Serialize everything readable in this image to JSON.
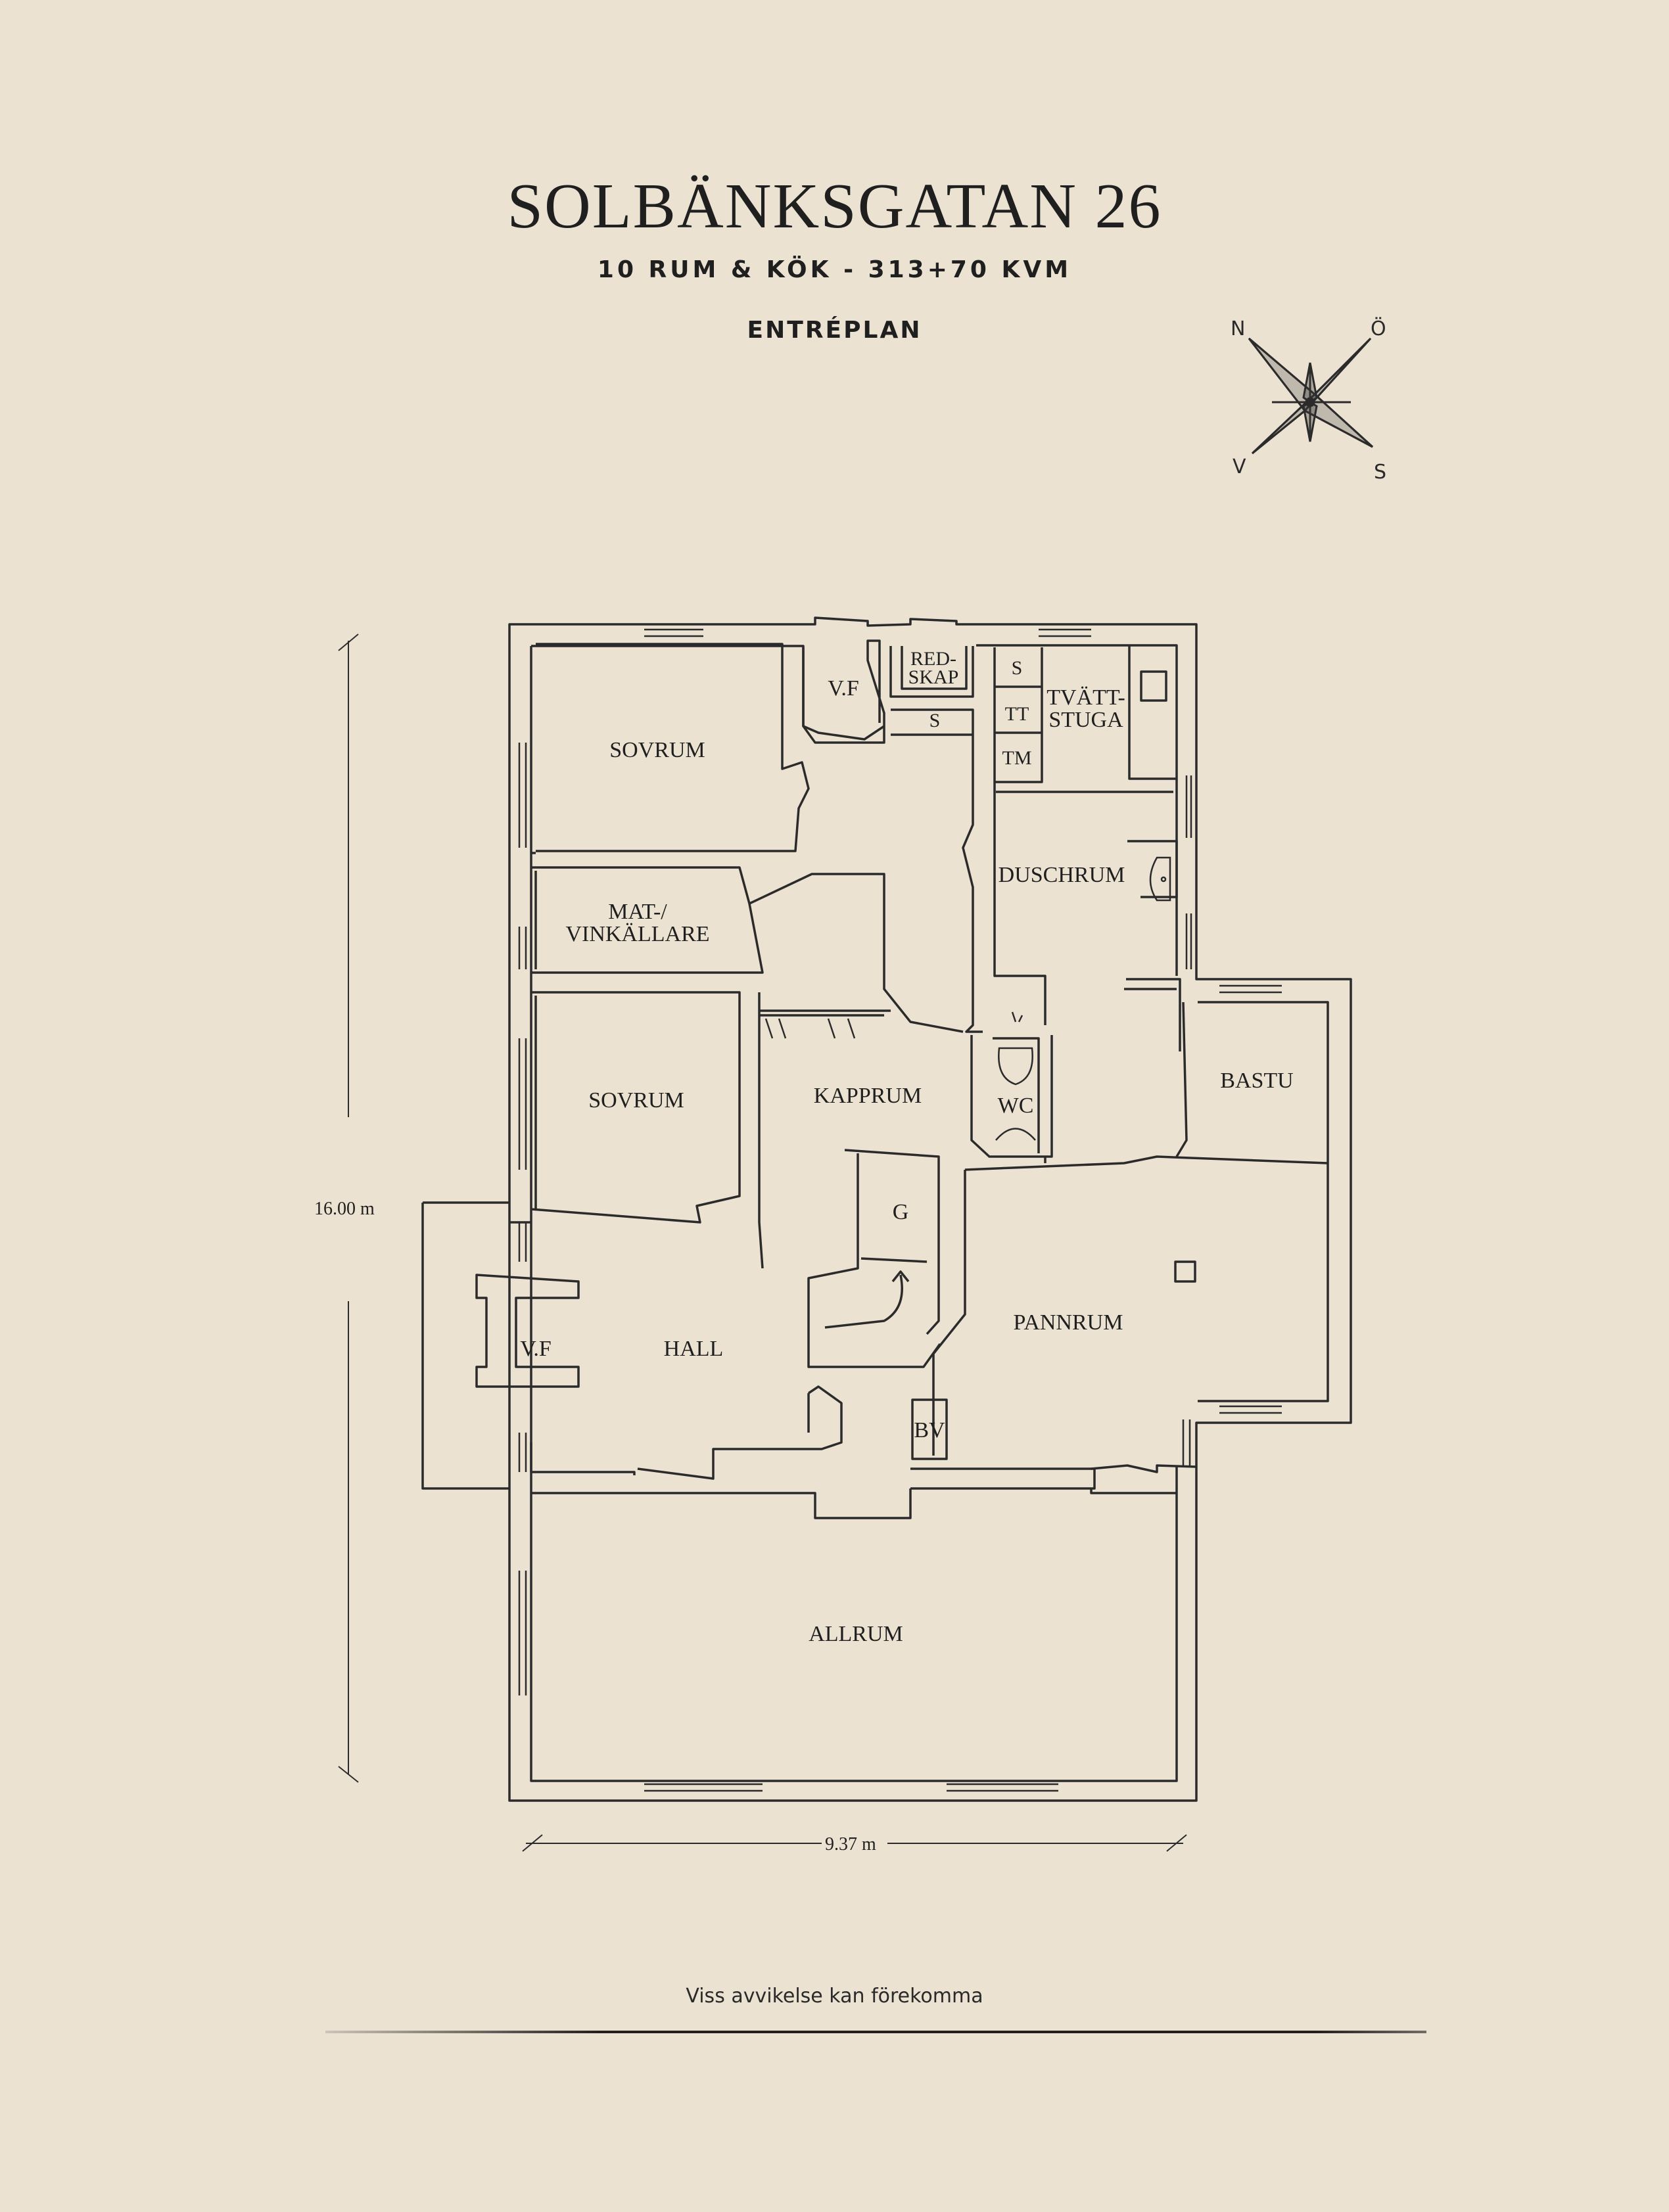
{
  "header": {
    "title": "SOLBÄNKSGATAN 26",
    "subtitle": "10 RUM & KÖK  -  313+70 KVM",
    "level": "ENTRÉPLAN"
  },
  "compass": {
    "n": "N",
    "e": "Ö",
    "s": "S",
    "w": "V"
  },
  "rooms": {
    "sovrum_top": "SOVRUM",
    "vf_top": "V.F",
    "redskap_1": "RED-",
    "redskap_2": "SKAP",
    "s_closet": "S",
    "s_small": "S",
    "tt": "TT",
    "tm": "TM",
    "tvattstuga_1": "TVÄTT-",
    "tvattstuga_2": "STUGA",
    "duschrum": "DUSCHRUM",
    "matkallare_1": "MAT-/",
    "matkallare_2": "VINKÄLLARE",
    "sovrum_mid": "SOVRUM",
    "kapprum": "KAPPRUM",
    "wc": "WC",
    "bastu": "BASTU",
    "g": "G",
    "pannrum": "PANNRUM",
    "vf_hall": "V.F",
    "hall": "HALL",
    "bv": "BV",
    "allrum": "ALLRUM"
  },
  "dimensions": {
    "height": "16.00 m",
    "width": "9.37 m"
  },
  "footer": {
    "disclaimer": "Viss avvikelse kan förekomma"
  },
  "colors": {
    "background": "#ebe2d2",
    "ink": "#1f1f1f"
  }
}
